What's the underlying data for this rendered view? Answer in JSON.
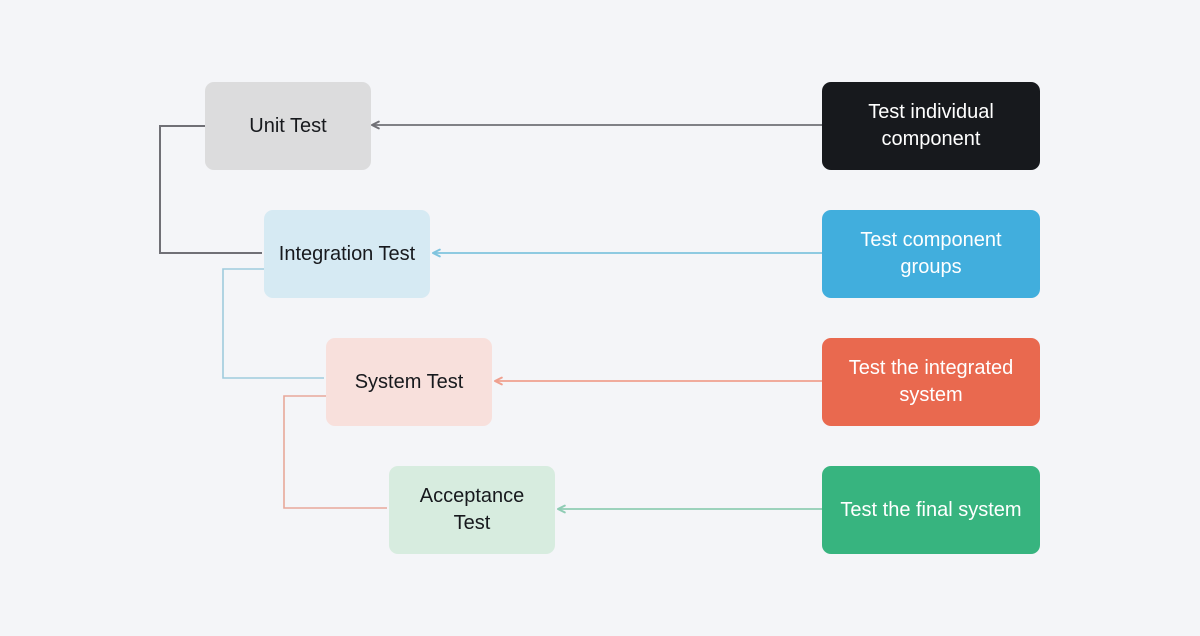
{
  "page_bg": "#f4f5f8",
  "diagram": {
    "stages": [
      {
        "label": "Unit Test",
        "description": "Test individual component",
        "label_bg": "#dcdcdd",
        "label_text_color": "#17191d",
        "desc_bg": "#17191d",
        "desc_text_color": "#ffffff",
        "arrow_color": "#707076",
        "connector_color": "#707076"
      },
      {
        "label": "Integration Test",
        "description": "Test component groups",
        "label_bg": "#d6eaf3",
        "label_text_color": "#17191d",
        "desc_bg": "#41aedd",
        "desc_text_color": "#ffffff",
        "arrow_color": "#7fc3de",
        "connector_color": "#9fcbdd"
      },
      {
        "label": "System Test",
        "description": "Test the integrated system",
        "label_bg": "#f8e0dc",
        "label_text_color": "#17191d",
        "desc_bg": "#e9694f",
        "desc_text_color": "#ffffff",
        "arrow_color": "#efa08f",
        "connector_color": "#e8a89a"
      },
      {
        "label": "Acceptance Test",
        "description": "Test the final system",
        "label_bg": "#d7ecdf",
        "label_text_color": "#17191d",
        "desc_bg": "#37b47f",
        "desc_text_color": "#ffffff",
        "arrow_color": "#8fccb4",
        "connector_color": null
      }
    ]
  }
}
